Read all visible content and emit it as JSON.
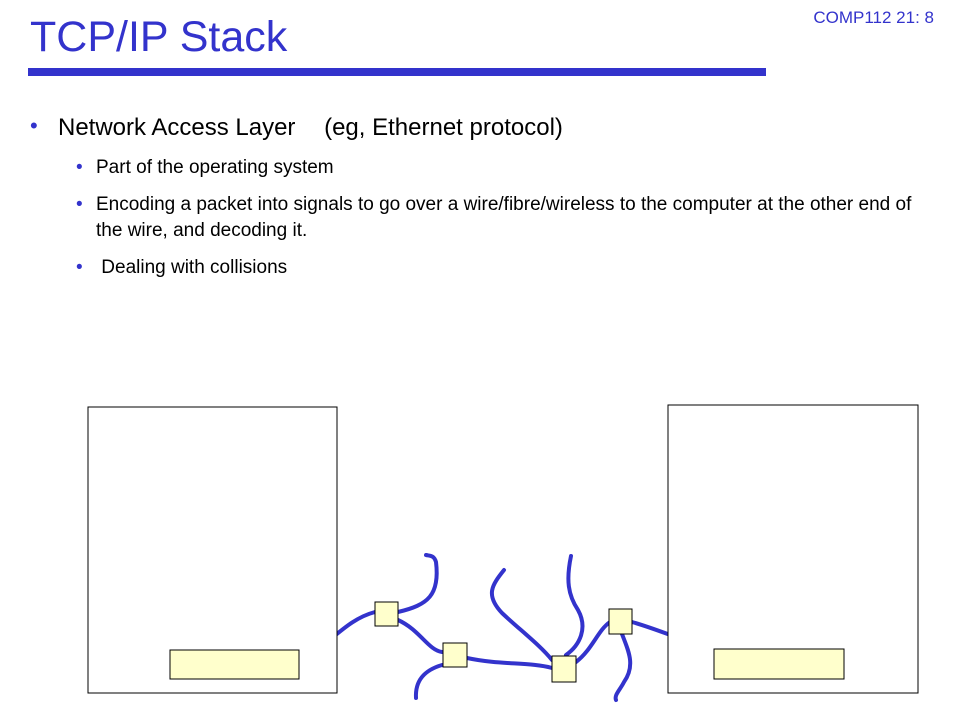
{
  "slide": {
    "number": "COMP112 21: 8",
    "title": "TCP/IP Stack"
  },
  "bullets": [
    {
      "text": "Network Access Layer",
      "note": "(eg, Ethernet protocol)",
      "children": [
        {
          "text": "Part of the operating system"
        },
        {
          "text": "Encoding a packet into signals to go over a wire/fibre/wireless to the computer at the other end of the wire, and decoding it."
        },
        {
          "text": " Dealing with collisions"
        }
      ]
    }
  ],
  "colors": {
    "accent": "#3333cc",
    "node_fill": "#ffffcc",
    "box_stroke": "#000000"
  }
}
